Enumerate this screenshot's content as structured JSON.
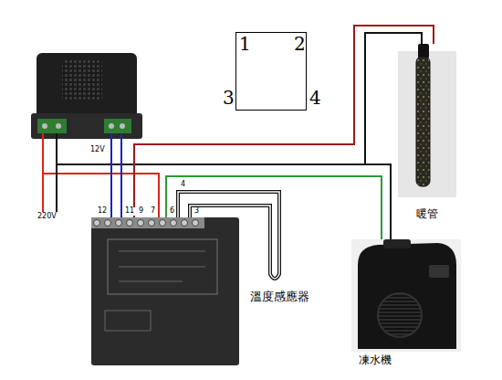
{
  "diagram": {
    "nodes": [
      {
        "text": [
          "1",
          "2",
          "3",
          "4"
        ]
      },
      {
        "text": [
          "暖管"
        ]
      },
      {
        "text": [
          "溫度感應器"
        ]
      },
      {
        "text": [
          "凍水機"
        ]
      }
    ],
    "labels": [
      "12V",
      "220V",
      "12",
      "11",
      "9",
      "7",
      "6",
      "4",
      "3"
    ]
  }
}
